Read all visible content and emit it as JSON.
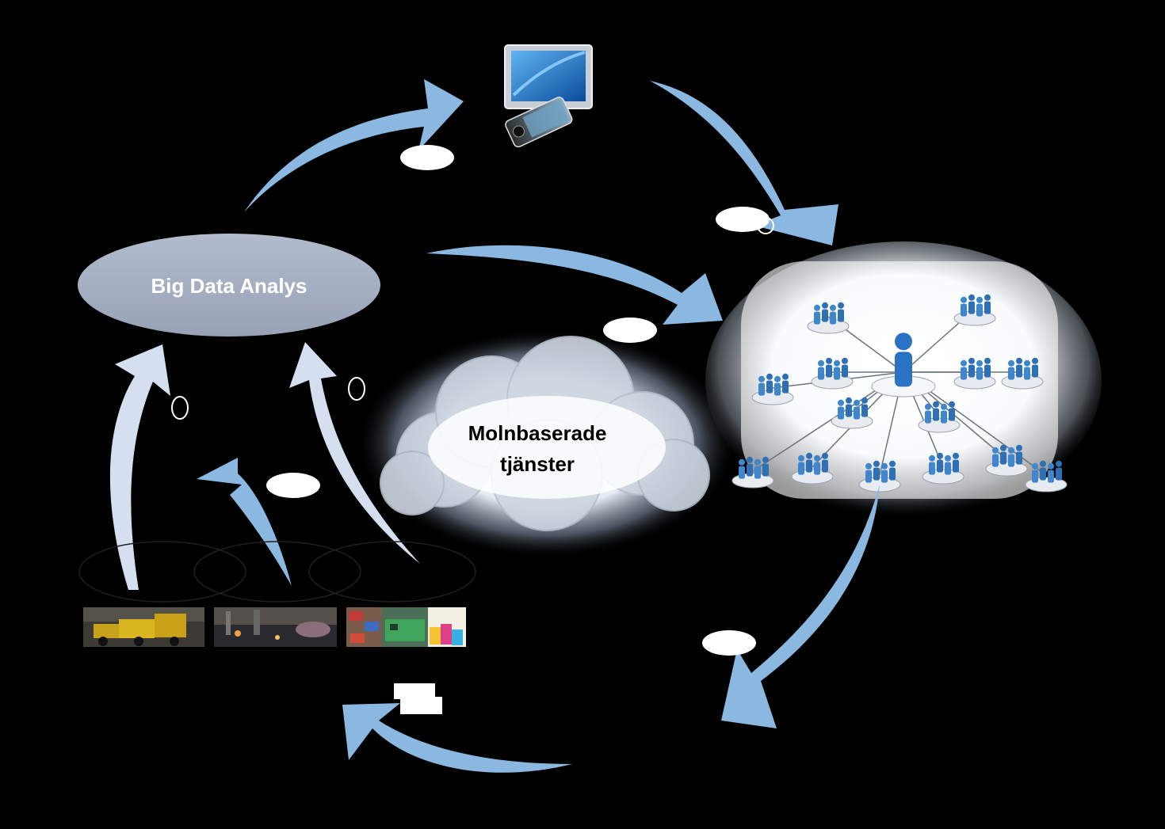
{
  "center_node": {
    "label": "Big Data Analys"
  },
  "cloud_node": {
    "label_line1": "Molnbaserade",
    "label_line2": "tjänster"
  },
  "devices_node": {
    "icon": "monitor-and-phone-icon"
  },
  "network_node": {
    "icon": "people-network-icon"
  },
  "source_images": [
    {
      "name": "mining-trucks-photo"
    },
    {
      "name": "industrial-plant-photo"
    },
    {
      "name": "logistics-retail-photo"
    }
  ],
  "colors": {
    "background": "#000000",
    "arrow_light": "#8ab8e0",
    "arrow_pale": "#d5dff0",
    "ellipse_fill": "#a8b2c4",
    "label_fill": "#ffffff"
  }
}
